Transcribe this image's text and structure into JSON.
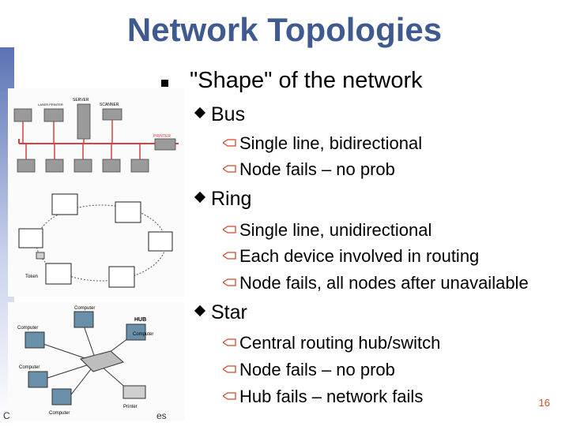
{
  "slide": {
    "title": "Network Topologies",
    "bullet": "\"Shape\" of the network",
    "topologies": [
      {
        "name": "Bus",
        "points": [
          "Single line, bidirectional",
          "Node fails – no prob"
        ]
      },
      {
        "name": "Ring",
        "points": [
          "Single line, unidirectional",
          "Each device involved in routing",
          "Node fails, all nodes after unavailable"
        ]
      },
      {
        "name": "Star",
        "points": [
          "Central routing hub/switch",
          "Node fails – no prob",
          "Hub fails – network fails"
        ]
      }
    ],
    "page_number": "16",
    "footer_left": "C",
    "footer_right": "es"
  },
  "diagrams": {
    "bus": {
      "labels": [
        "SERVER",
        "LASER PRINTER",
        "SCANNER",
        "PRINTER"
      ]
    },
    "ring": {
      "labels": [
        "Token"
      ]
    },
    "star": {
      "labels": [
        "Computer",
        "HUB",
        "Computer",
        "Computer",
        "Computer",
        "Computer",
        "Printer"
      ]
    }
  },
  "colors": {
    "title": "#3f5a8f",
    "page_number": "#d84a2a",
    "bus_cable": "#d94040"
  }
}
